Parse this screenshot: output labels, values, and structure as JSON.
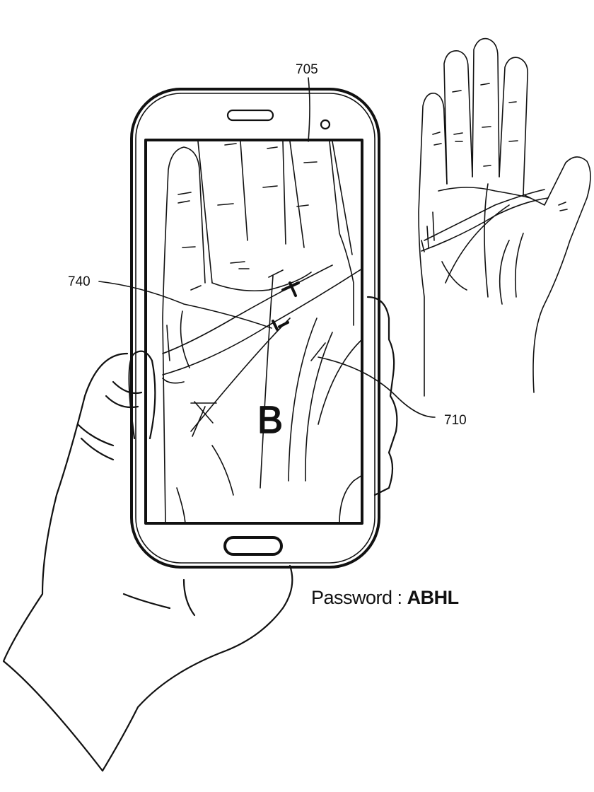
{
  "figure": {
    "labels": {
      "screen": "705",
      "palm_lines": "740",
      "palm_image": "710"
    },
    "palm_letter_b": "B",
    "password": {
      "label": "Password :",
      "value": "ABHL"
    }
  }
}
